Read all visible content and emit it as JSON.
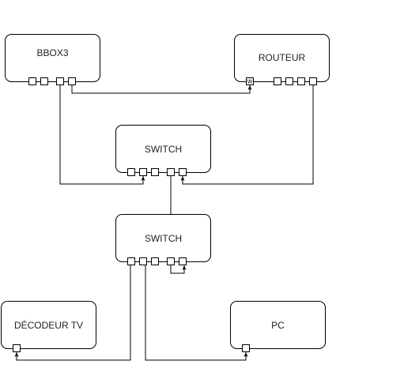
{
  "diagram": {
    "nodes": [
      {
        "id": "bbox3",
        "label": "BBOX3"
      },
      {
        "id": "routeur",
        "label": "ROUTEUR",
        "wan_port_label": "W"
      },
      {
        "id": "switch1",
        "label": "SWITCH"
      },
      {
        "id": "switch2",
        "label": "SWITCH"
      },
      {
        "id": "decodeur",
        "label": "DÉCODEUR TV"
      },
      {
        "id": "pc",
        "label": "PC"
      }
    ],
    "connections": [
      {
        "from": "bbox3",
        "to": "routeur"
      },
      {
        "from": "bbox3",
        "to": "switch1"
      },
      {
        "from": "routeur",
        "to": "switch1"
      },
      {
        "from": "switch1",
        "to": "switch2"
      },
      {
        "from": "switch2",
        "to": "switch2"
      },
      {
        "from": "switch2",
        "to": "decodeur"
      },
      {
        "from": "switch2",
        "to": "pc"
      }
    ]
  }
}
